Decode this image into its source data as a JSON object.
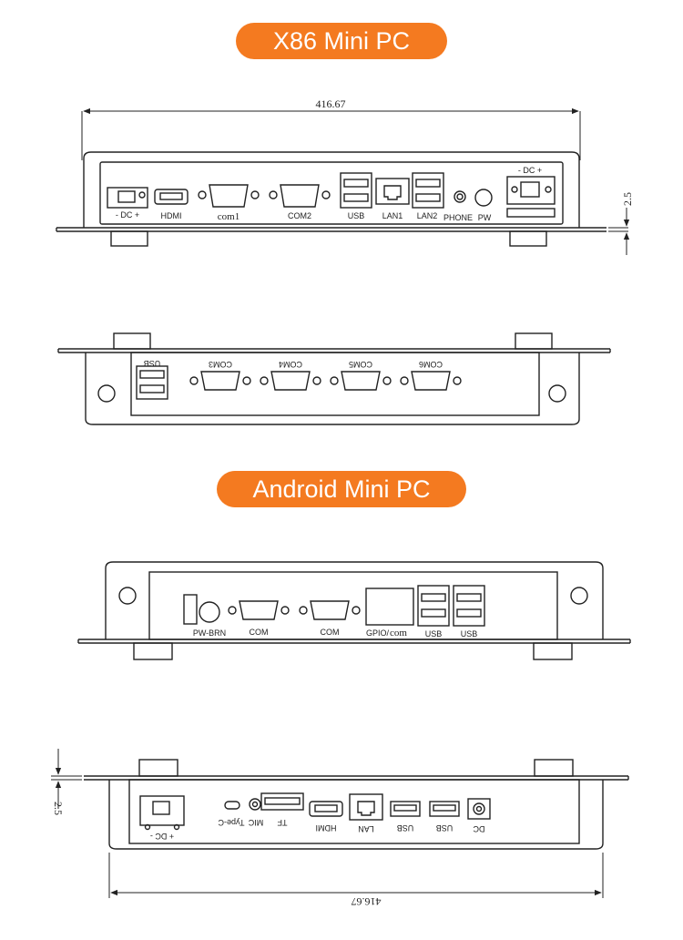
{
  "titles": {
    "x86": "X86 Mini PC",
    "android": "Android Mini PC"
  },
  "dimensions": {
    "width": "416.67",
    "height": "2.5"
  },
  "x86_front": {
    "dc_label": "-  DC  +",
    "hdmi": "HDMI",
    "com1": "com1",
    "com2": "COM2",
    "usb": "USB",
    "lan1": "LAN1",
    "lan2": "LAN2",
    "phone": "PHONE",
    "pw": "PW",
    "dc_right": "-  DC  +"
  },
  "x86_back": {
    "usb": "USB",
    "com3": "COM3",
    "com4": "COM4",
    "com5": "COM5",
    "com6": "COM6"
  },
  "android_front": {
    "pw_brn": "PW-BRN",
    "com_a": "COM",
    "com_b": "COM",
    "gpio": "GPIO/",
    "gpio_com": "com",
    "usb_a": "USB",
    "usb_b": "USB"
  },
  "android_back": {
    "dc": "+  DC  -",
    "typec": "Type-C",
    "mic": "MIC",
    "tf": "TF",
    "hdmi": "HDMI",
    "lan": "LAN",
    "usb_a": "USB",
    "usb_b": "USB",
    "dc_jack": "DC"
  }
}
